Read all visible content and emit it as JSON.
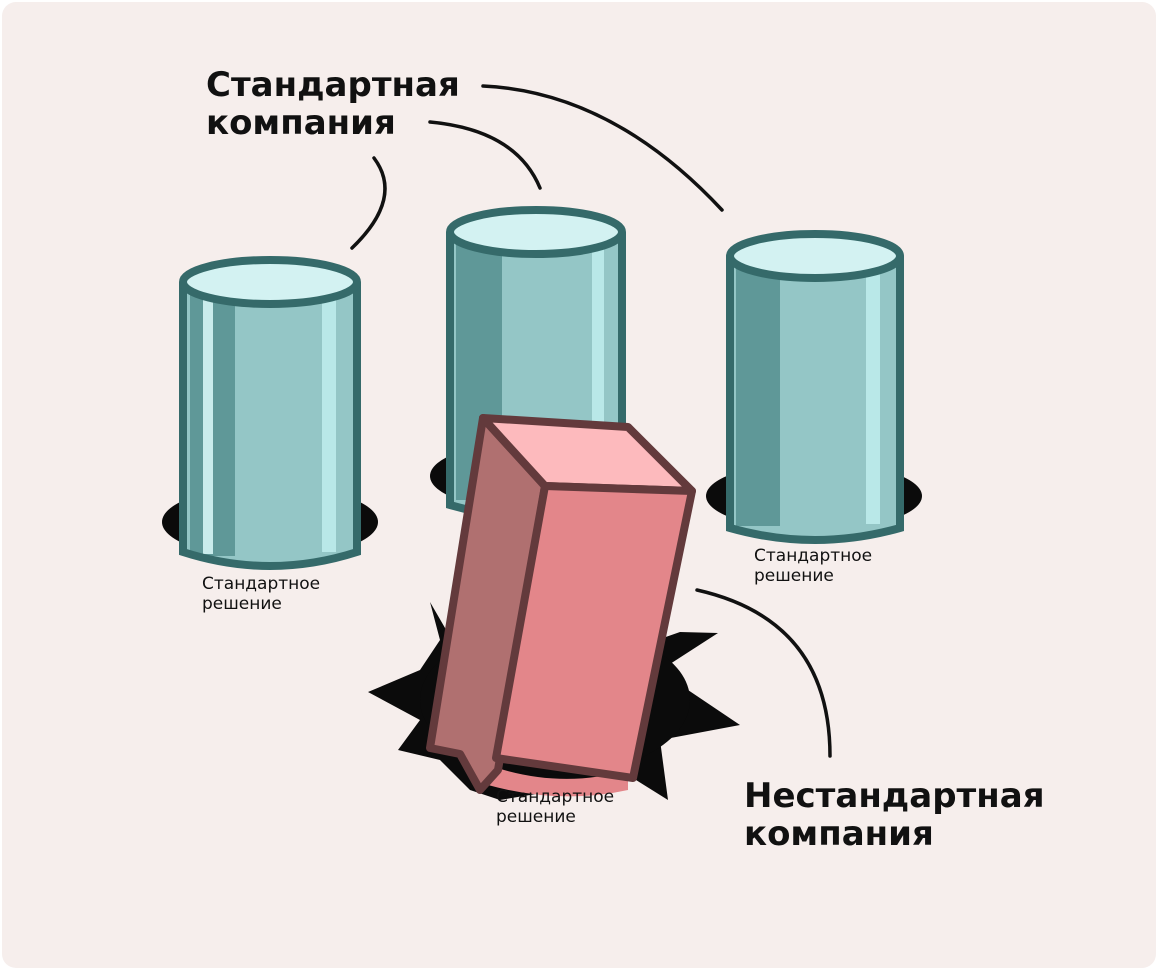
{
  "labels": {
    "standard_company": "Стандартная\nкомпания",
    "nonstandard_company": "Нестандартная\nкомпания",
    "standard_solution_left": "Стандартное\nрешение",
    "standard_solution_right": "Стандартное\nрешение",
    "standard_solution_center": "Стандартное\nрешение"
  },
  "colors": {
    "background": "#f6eeec",
    "cylinder_outline": "#356a6a",
    "cylinder_body": "#94c6c6",
    "cylinder_shade": "#5f9898",
    "cylinder_top": "#d3f2f2",
    "hole": "#0b0b0b",
    "block_outline": "#633a3c",
    "block_front": "#e3868a",
    "block_side": "#b07070",
    "block_top": "#fdbabd",
    "leader_line": "#111111"
  }
}
